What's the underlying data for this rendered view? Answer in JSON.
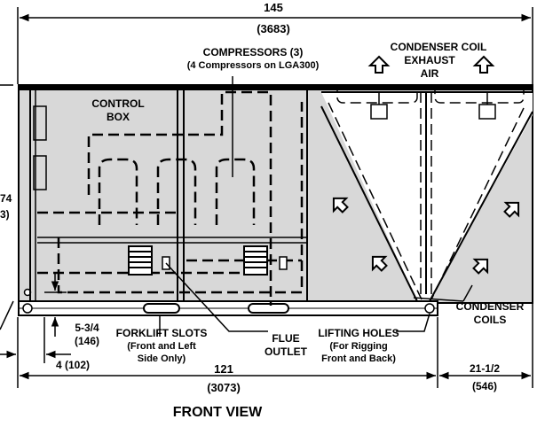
{
  "diagram": {
    "view_title": "FRONT VIEW",
    "dimensions": {
      "overall_width": {
        "value": "145",
        "metric": "(3683)"
      },
      "base_length": {
        "value": "121",
        "metric": "(3073)"
      },
      "right_offset": {
        "value": "21-1/2",
        "metric": "(546)"
      },
      "left_offset": {
        "value": "4 (102)"
      },
      "base_height": {
        "value": "5-3/4",
        "metric": "(146)"
      },
      "partial_left_a": "74",
      "partial_left_b": "3)"
    },
    "callouts": {
      "compressors_line1": "COMPRESSORS (3)",
      "compressors_line2": "(4 Compressors on LGA300)",
      "exhaust_line1": "CONDENSER COIL",
      "exhaust_line2": "EXHAUST",
      "exhaust_line3": "AIR",
      "control_box_line1": "CONTROL",
      "control_box_line2": "BOX",
      "condenser_coils_line1": "CONDENSER",
      "condenser_coils_line2": "COILS",
      "forklift_line1": "FORKLIFT SLOTS",
      "forklift_line2": "(Front and Left",
      "forklift_line3": "Side Only)",
      "flue_line1": "FLUE",
      "flue_line2": "OUTLET",
      "lifting_line1": "LIFTING HOLES",
      "lifting_line2": "(For Rigging",
      "lifting_line3": "Front and Back)"
    }
  }
}
